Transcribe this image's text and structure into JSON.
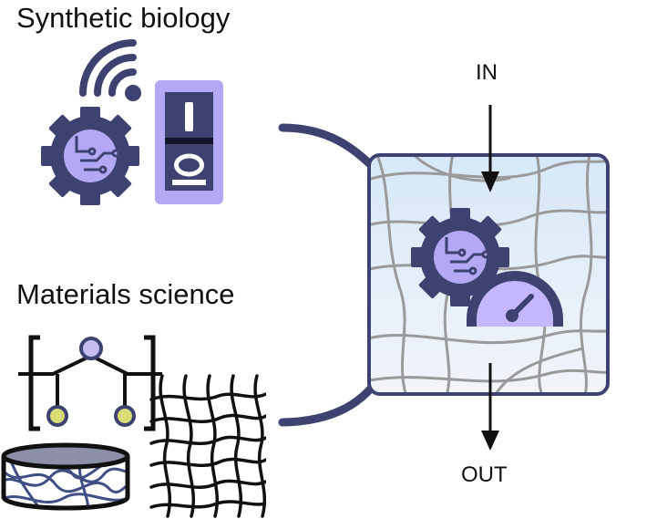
{
  "labels": {
    "synthetic_biology": "Synthetic biology",
    "materials_science": "Materials science",
    "input": "IN",
    "output": "OUT"
  },
  "colors": {
    "navy": "#3d4270",
    "lavender": "#b4a8f5",
    "gauge_fill": "#c4b6ff",
    "box_top": "#d6e8f8",
    "box_bottom": "#f2f4f9",
    "mesh_gray": "#9a9a9a",
    "bead_yellow": "#d9dc74",
    "bead_purple": "#c5bdf2",
    "disk_top": "#8c8fa6",
    "fiber_blue": "#3f4f86"
  },
  "icons": [
    "wifi-icon",
    "circuit-gear-icon",
    "toggle-switch-icon",
    "polymer-structure-icon",
    "mesh-network-icon",
    "material-disk-icon",
    "gauge-icon"
  ]
}
